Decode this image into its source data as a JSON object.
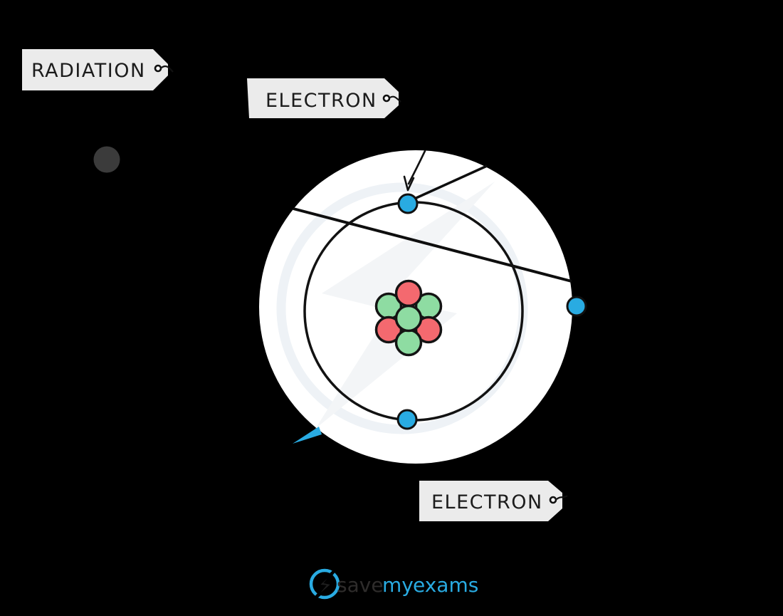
{
  "scene": {
    "background_color": "#000000",
    "description": "Diagram of radiation ionising an atom: a radiation particle track passes through an atom and an electron is knocked out"
  },
  "tags": {
    "fill_color": "#EBEBEB",
    "text_color": "#1C1C1C",
    "radiation": {
      "label": "RADIATION"
    },
    "electron_top": {
      "label": "ELECTRON"
    },
    "electron_bottom": {
      "label": "ELECTRON"
    }
  },
  "radiation_particle": {
    "color": "#3B3B3B"
  },
  "atom": {
    "body_color": "#FFFFFF",
    "line_color": "#111111",
    "electron_color": "#29ABE2",
    "electron_count": 3,
    "nucleus": {
      "proton_color": "#F4696F",
      "neutron_color": "#8EDCA2",
      "red_particle_count": 3,
      "green_particle_count": 4
    }
  },
  "watermark": {
    "bolt_color": "#F3F5F7",
    "swoosh_color": "#EEF2F6",
    "tip_color": "#29ABE2"
  },
  "logo": {
    "save": "save",
    "my": "my",
    "exams": "exams",
    "dark_color": "#2E2C2B",
    "accent_color": "#29ABE2"
  }
}
